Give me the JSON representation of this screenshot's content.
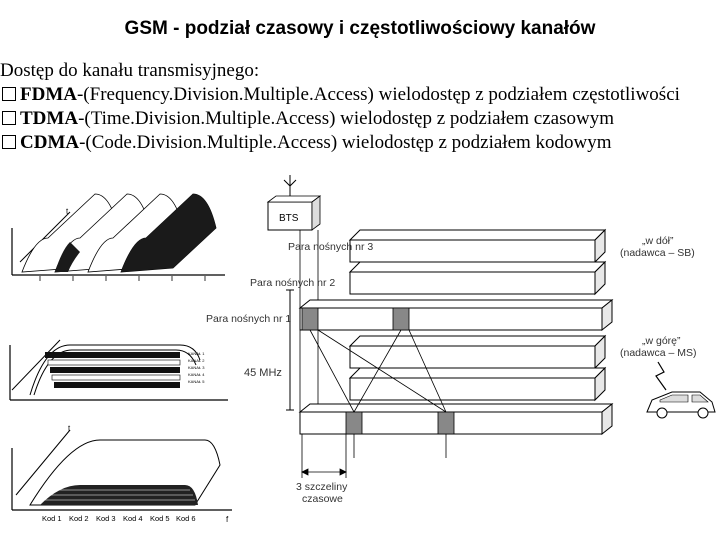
{
  "title": "GSM - podział czasowy i częstotliwościowy kanałów",
  "intro": "Dostęp do kanału transmisyjnego:",
  "bullets": [
    {
      "abbr": "FDMA",
      "rest": "-(Frequency.Division.Multiple.Access) wielodostęp z podziałem częstotliwości"
    },
    {
      "abbr": "TDMA",
      "rest": "-(Time.Division.Multiple.Access) wielodostęp z podziałem czasowym"
    },
    {
      "abbr": "CDMA",
      "rest": "-(Code.Division.Multiple.Access) wielodostęp z podziałem kodowym"
    }
  ],
  "diagram": {
    "bts_label": "BTS",
    "carrier_pair_3": "Para nośnych nr 3",
    "carrier_pair_2": "Para nośnych nr 2",
    "carrier_pair_1": "Para nośnych nr 1",
    "bandwidth": "45 MHz",
    "downlink_1": "„w dół”",
    "downlink_2": "(nadawca – SB)",
    "uplink_1": "„w górę”",
    "uplink_2": "(nadawca – MS)",
    "slots_1": "3 szczeliny",
    "slots_2": "czasowe",
    "codes": [
      "Kod 1",
      "Kod 2",
      "Kod 3",
      "Kod 4",
      "Kod 5",
      "Kod 6"
    ],
    "axis_t": "t",
    "axis_f": "f"
  }
}
